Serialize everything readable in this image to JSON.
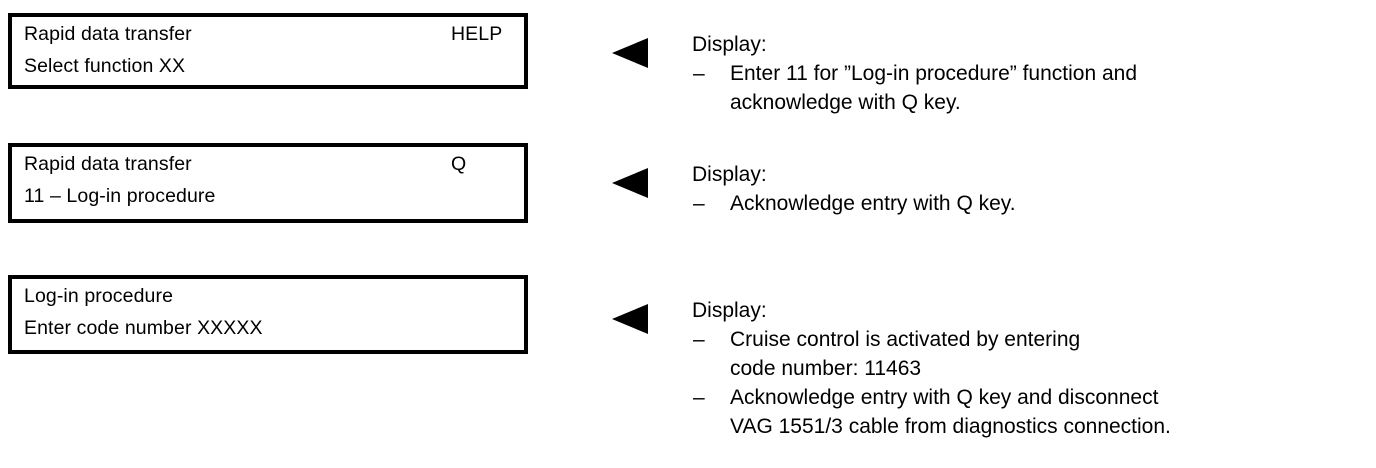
{
  "displays": [
    {
      "name": "select-function",
      "line1_left": "Rapid data transfer",
      "line1_right": "HELP",
      "line2_left": "Select function XX",
      "line2_right": ""
    },
    {
      "name": "log-in-procedure",
      "line1_left": "Rapid data transfer",
      "line1_right": "Q",
      "line2_left": "11 – Log-in procedure",
      "line2_right": ""
    },
    {
      "name": "enter-code-number",
      "line1_left": "Log-in procedure",
      "line1_right": "",
      "line2_left": "Enter code number XXXXX",
      "line2_right": ""
    }
  ],
  "notes": [
    {
      "pointer": "left-triangle-pointer",
      "heading": "Display:",
      "items": [
        {
          "dash": "–",
          "lines": [
            "Enter 11 for ”Log-in procedure” function and",
            "acknowledge with Q key."
          ]
        }
      ]
    },
    {
      "pointer": "left-triangle-pointer",
      "heading": "Display:",
      "items": [
        {
          "dash": "–",
          "lines": [
            "Acknowledge entry with Q key."
          ]
        }
      ]
    },
    {
      "pointer": "left-triangle-pointer",
      "heading": "Display:",
      "items": [
        {
          "dash": "–",
          "lines": [
            "Cruise control is activated by entering",
            "code number: 11463"
          ]
        },
        {
          "dash": "–",
          "lines": [
            "Acknowledge entry with Q key and disconnect",
            "VAG 1551/3 cable from diagnostics connection."
          ]
        }
      ]
    }
  ],
  "colors": {
    "ink": "#000000",
    "paper": "#ffffff"
  }
}
